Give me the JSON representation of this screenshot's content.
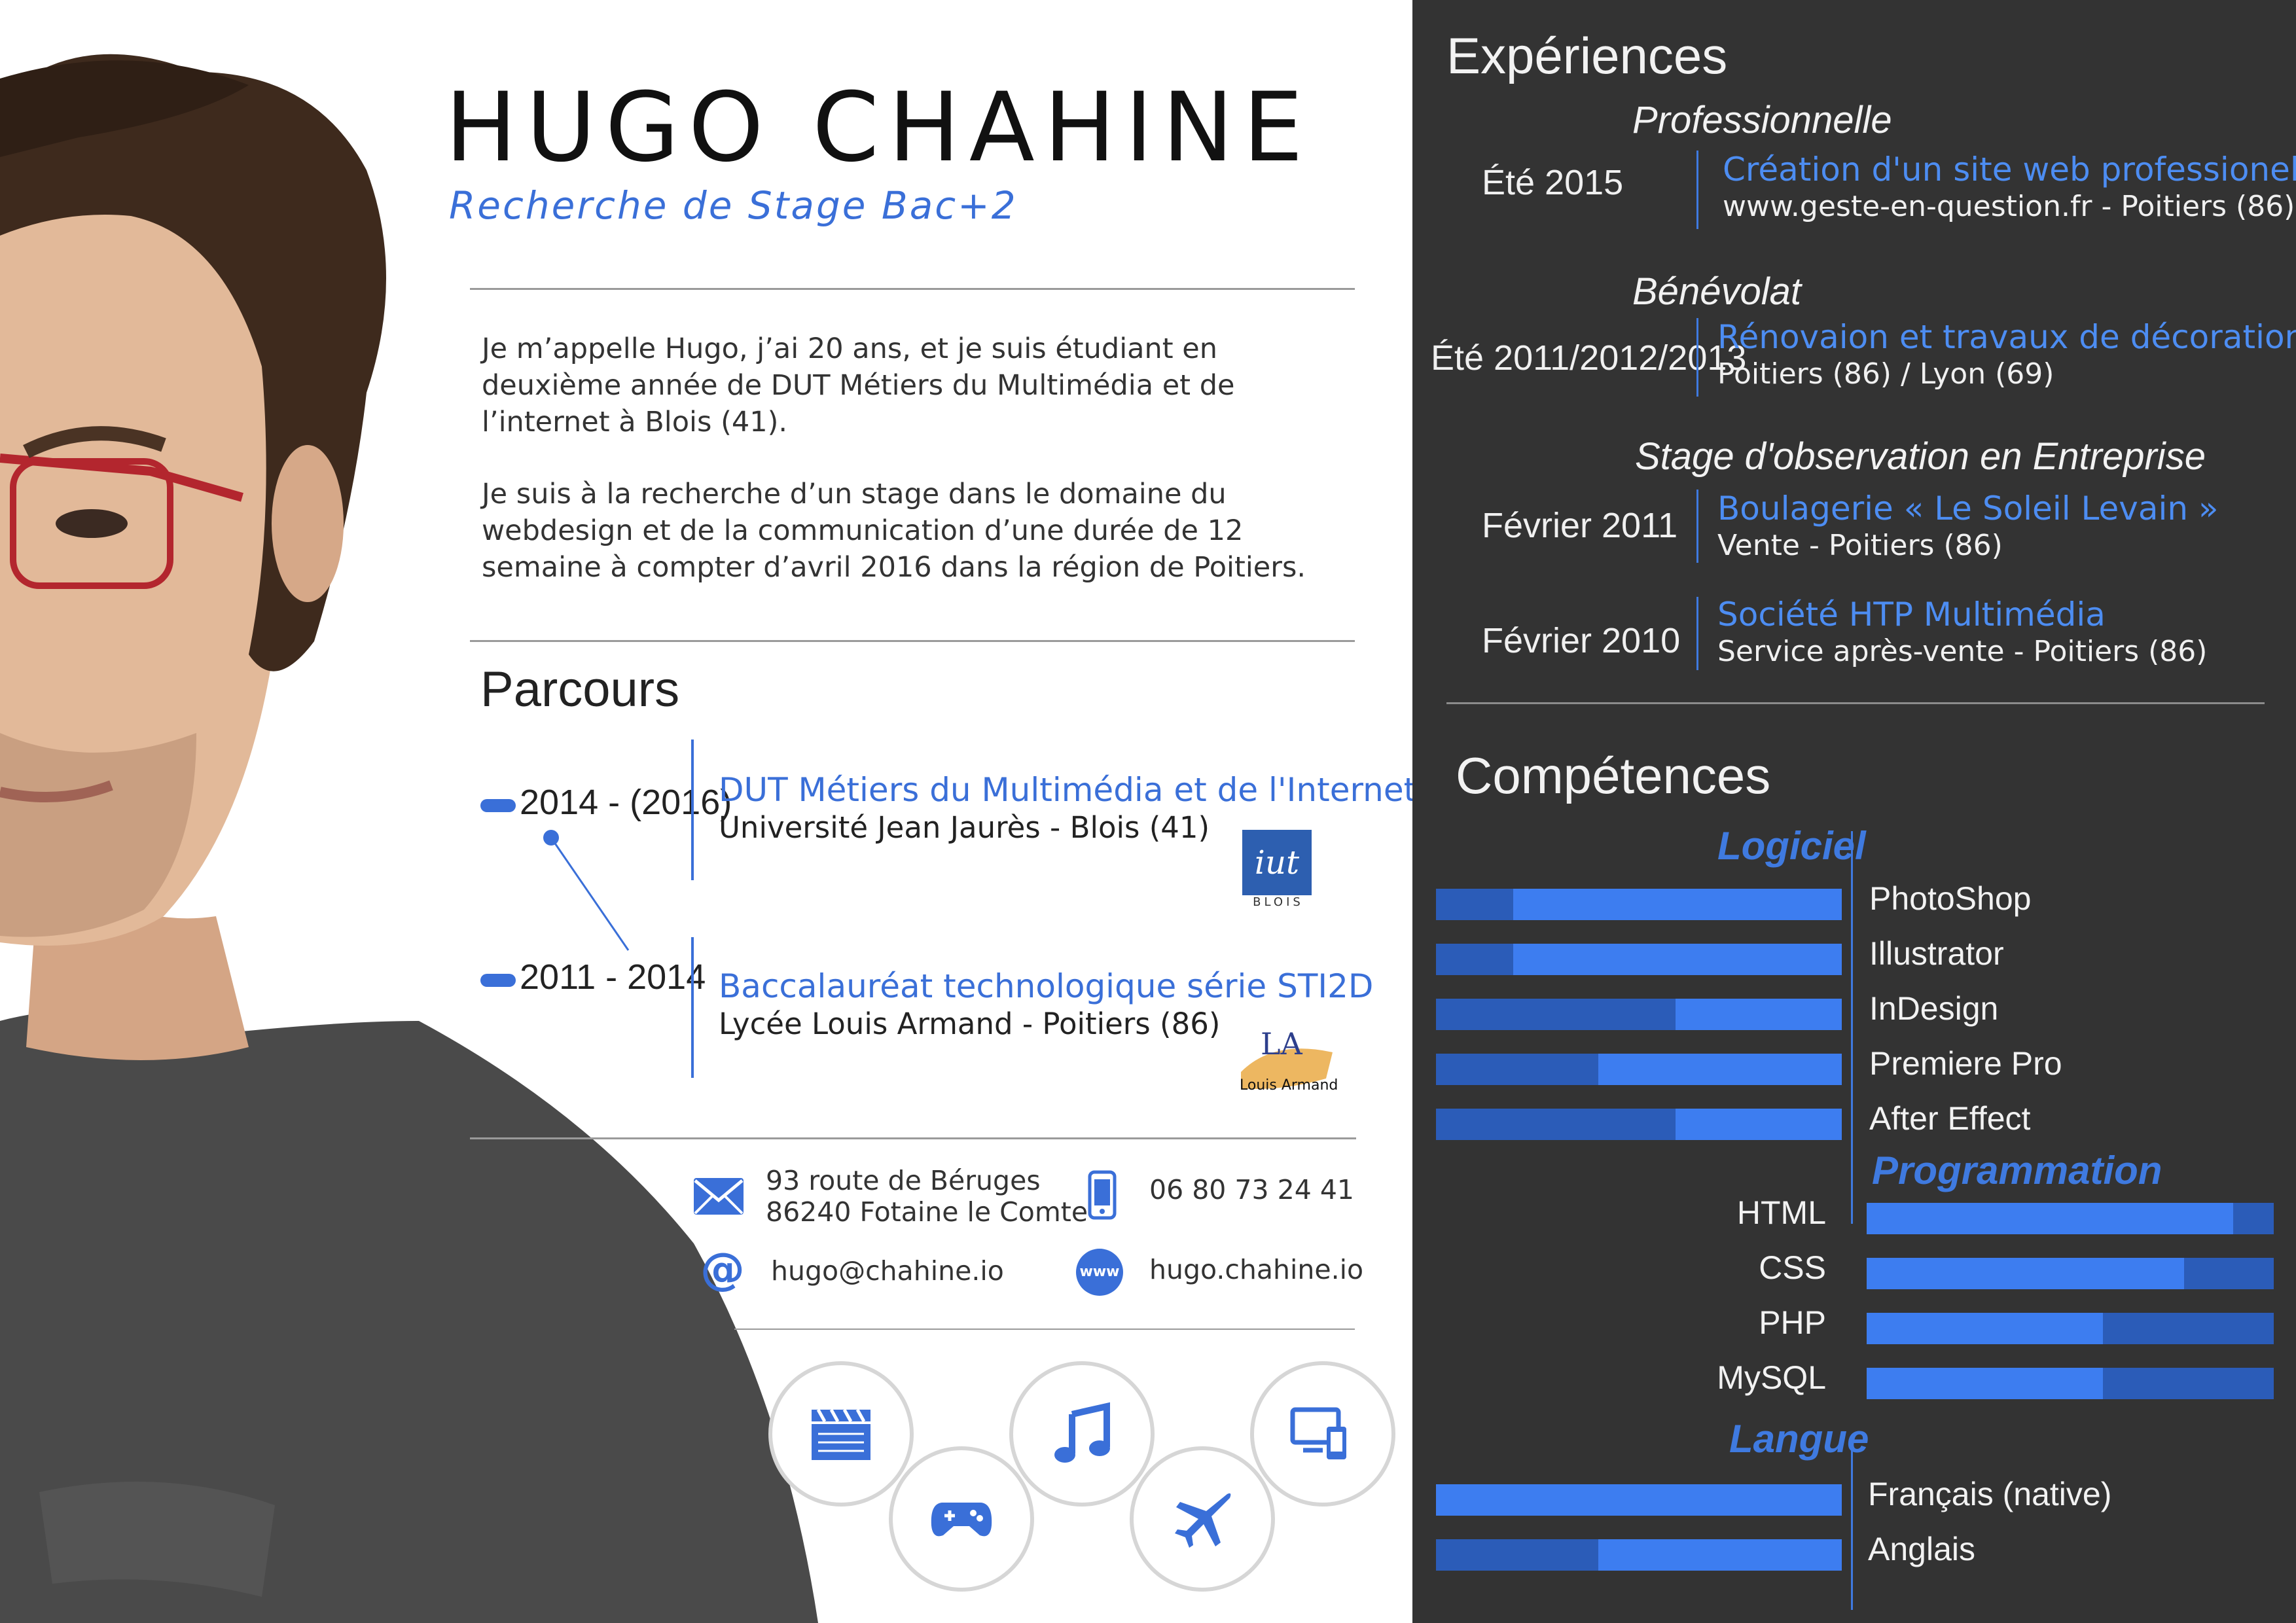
{
  "header": {
    "name": "HUGO CHAHINE",
    "subtitle": "Recherche de Stage Bac+2"
  },
  "intro": {
    "p1": "Je m’appelle Hugo, j’ai 20 ans, et je suis étudiant en deuxième année de DUT Métiers du Multimédia et de l’internet à Blois (41).",
    "p2": "Je suis à la recherche d’un stage dans le domaine du webdesign et de la communication d’une durée de 12 semaine à compter d’avril 2016 dans la région de Poitiers."
  },
  "parcours": {
    "title": "Parcours",
    "items": [
      {
        "date": "2014 - (2016)",
        "title": "DUT Métiers du Multimédia et de l'Internet",
        "subtitle": "Université Jean Jaurès - Blois (41)",
        "logo_text": "iut",
        "logo_caption": "BLOIS"
      },
      {
        "date": "2011 - 2014",
        "title": "Baccalauréat technologique série STI2D",
        "subtitle": "Lycée Louis Armand - Poitiers (86)",
        "logo_text": "LA",
        "logo_caption": "Louis Armand"
      }
    ]
  },
  "contact": {
    "address_line1": "93 route de Béruges",
    "address_line2": "86240 Fotaine le Comte",
    "phone": "06 80 73 24 41",
    "email": "hugo@chahine.io",
    "website": "hugo.chahine.io",
    "www_icon_text": "www"
  },
  "hobbies": [
    "clapperboard-icon",
    "gamepad-icon",
    "music-note-icon",
    "airplane-icon",
    "devices-icon"
  ],
  "experiences": {
    "title": "Expériences",
    "groups": [
      {
        "label": "Professionnelle",
        "items": [
          {
            "date": "Été 2015",
            "title": "Création d'un site web professionel",
            "desc": "www.geste-en-question.fr - Poitiers (86)"
          }
        ]
      },
      {
        "label": "Bénévolat",
        "items": [
          {
            "date": "Été 2011/2012/2013",
            "title": "Rénovaion et travaux de décorations",
            "desc": "Poitiers (86) / Lyon (69)"
          }
        ]
      },
      {
        "label": "Stage d'observation en Entreprise",
        "items": [
          {
            "date": "Février 2011",
            "title": "Boulagerie « Le Soleil Levain »",
            "desc": "Vente - Poitiers (86)"
          },
          {
            "date": "Février 2010",
            "title": "Société HTP Multimédia",
            "desc": "Service après-vente - Poitiers (86)"
          }
        ]
      }
    ]
  },
  "competences": {
    "title": "Compétences",
    "logiciel": {
      "label": "Logiciel",
      "skills": [
        {
          "name": "PhotoShop",
          "level": 0.81
        },
        {
          "name": "Illustrator",
          "level": 0.81
        },
        {
          "name": "InDesign",
          "level": 0.41
        },
        {
          "name": "Premiere Pro",
          "level": 0.6
        },
        {
          "name": "After Effect",
          "level": 0.41
        }
      ]
    },
    "programmation": {
      "label": "Programmation",
      "skills": [
        {
          "name": "HTML",
          "level": 0.9
        },
        {
          "name": "CSS",
          "level": 0.78
        },
        {
          "name": "PHP",
          "level": 0.58
        },
        {
          "name": "MySQL",
          "level": 0.58
        }
      ]
    },
    "langue": {
      "label": "Langue",
      "skills": [
        {
          "name": "Français (native)",
          "level": 1.0
        },
        {
          "name": "Anglais",
          "level": 0.6
        }
      ]
    }
  },
  "colors": {
    "accent": "#3a6fd8",
    "panel": "#333333",
    "bar_fill": "#3d7df0",
    "bar_track": "#2b5cb8"
  }
}
